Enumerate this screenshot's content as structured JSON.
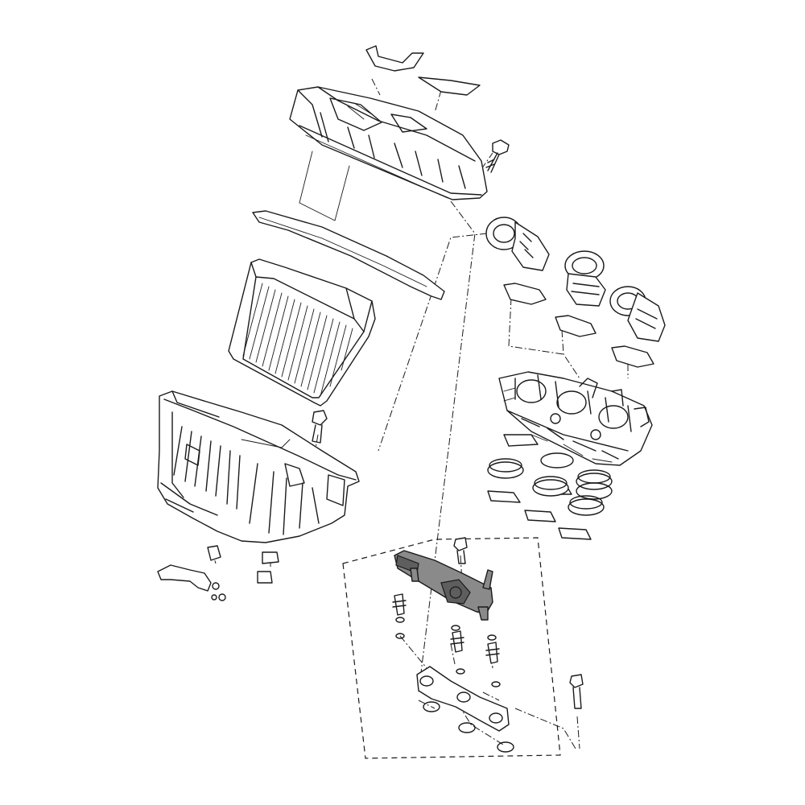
{
  "diagram": {
    "subject": "exploded-parts-view",
    "line_color": "#1a1a1a",
    "highlight_color": "#8a8a8a",
    "background": "#ffffff",
    "groups": [
      {
        "name": "air-filter-cover"
      },
      {
        "name": "air-filter-element"
      },
      {
        "name": "air-filter-case"
      },
      {
        "name": "intake-funnels-and-clamps"
      },
      {
        "name": "throttle-body"
      },
      {
        "name": "intake-boots-and-clamps"
      },
      {
        "name": "fuel-rail-and-injectors"
      }
    ]
  }
}
